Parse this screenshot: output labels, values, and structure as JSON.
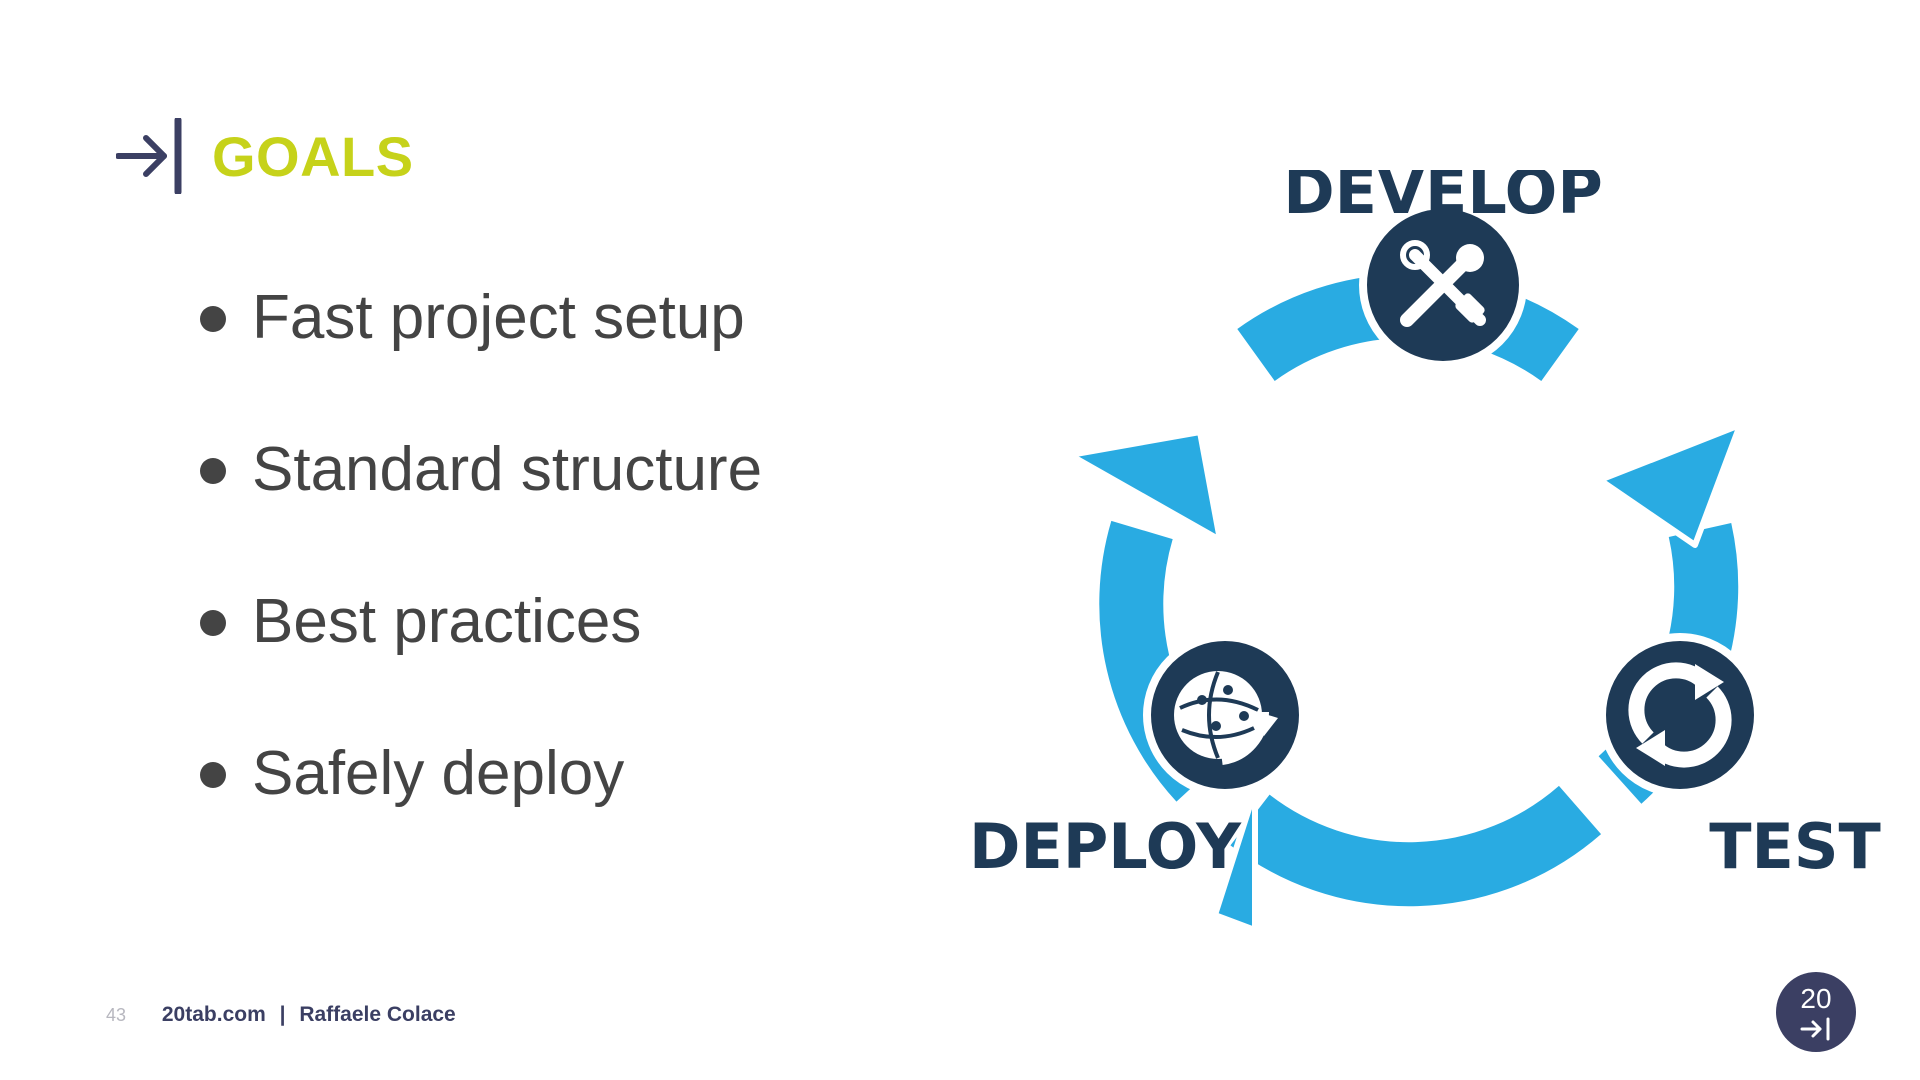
{
  "slide": {
    "title": "GOALS",
    "bullets": [
      "Fast project setup",
      "Standard structure",
      "Best practices",
      "Safely deploy"
    ]
  },
  "diagram": {
    "stages": [
      "DEVELOP",
      "TEST",
      "DEPLOY"
    ],
    "icons": [
      "tools-icon",
      "refresh-icon",
      "globe-deploy-icon"
    ],
    "colors": {
      "arrow": "#29abe2",
      "circle": "#1e3a56",
      "label": "#1e3a56"
    }
  },
  "footer": {
    "page_number": "43",
    "site": "20tab.com",
    "separator": "|",
    "author": "Raffaele Colace"
  },
  "logo": {
    "text": "20"
  },
  "colors": {
    "accent": "#c6d21a",
    "brand": "#3b3f63",
    "text": "#444444"
  }
}
